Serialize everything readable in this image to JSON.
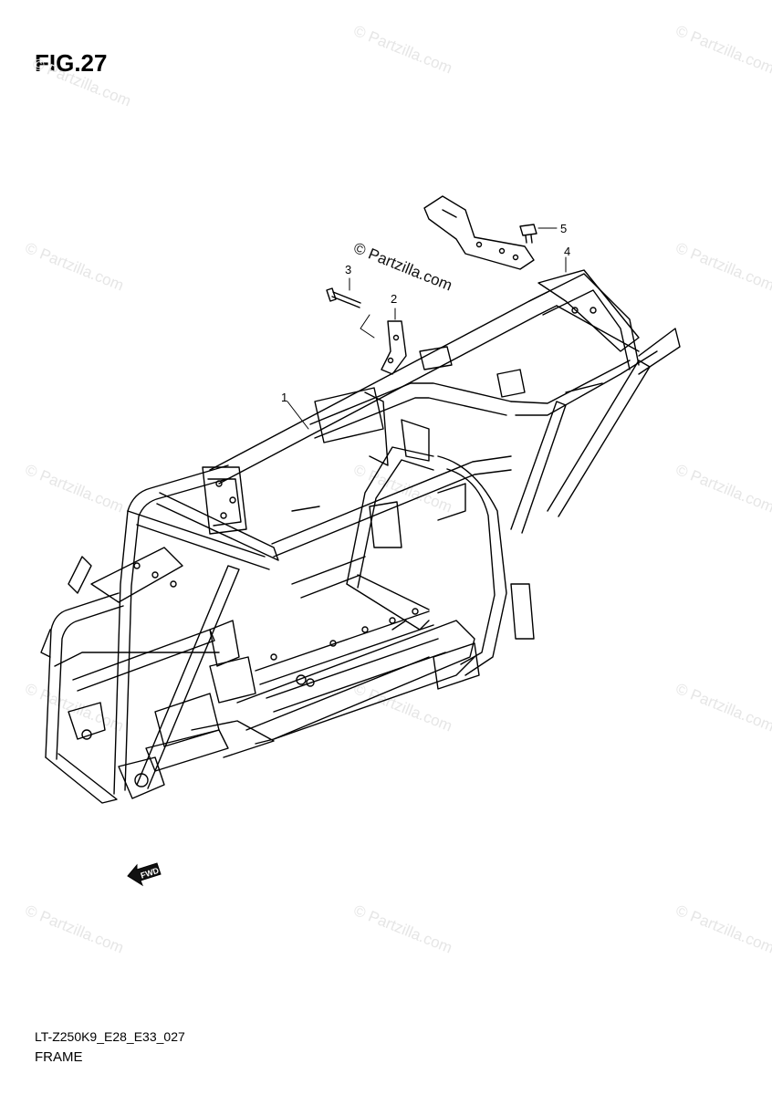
{
  "figure": {
    "title": "FIG.27",
    "reference_code": "LT-Z250K9_E28_E33_027",
    "section_name": "FRAME"
  },
  "callouts": [
    "1",
    "2",
    "3",
    "4",
    "5"
  ],
  "forward_arrow_label": "FWD",
  "watermark": {
    "text": "© Partzilla.com"
  }
}
